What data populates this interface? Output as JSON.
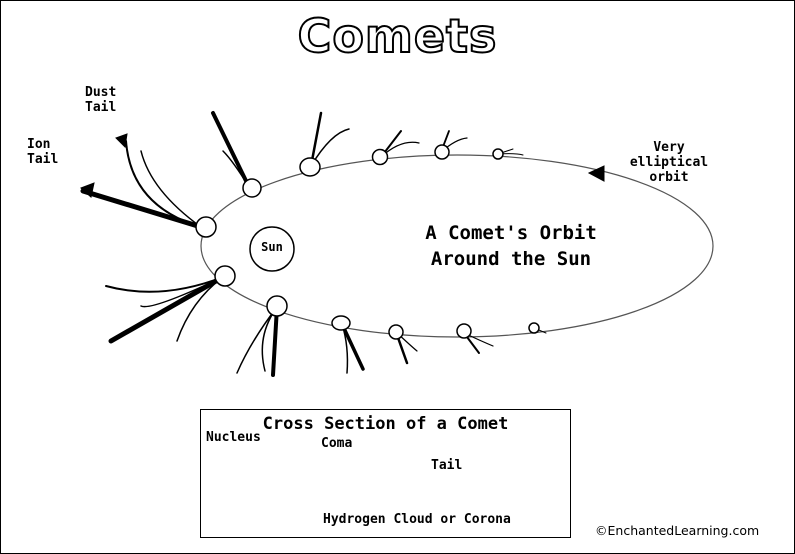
{
  "title": "Comets",
  "labels": {
    "dust_tail": "Dust\nTail",
    "ion_tail": "Ion\nTail",
    "sun": "Sun",
    "orbit_caption": "A Comet's Orbit\nAround the Sun",
    "elliptical_orbit": "Very\nelliptical\norbit"
  },
  "cross_section": {
    "title": "Cross Section of a Comet",
    "nucleus": "Nucleus",
    "coma": "Coma",
    "tail": "Tail",
    "hydrogen_cloud": "Hydrogen Cloud or Corona"
  },
  "credit": "©EnchantedLearning.com"
}
